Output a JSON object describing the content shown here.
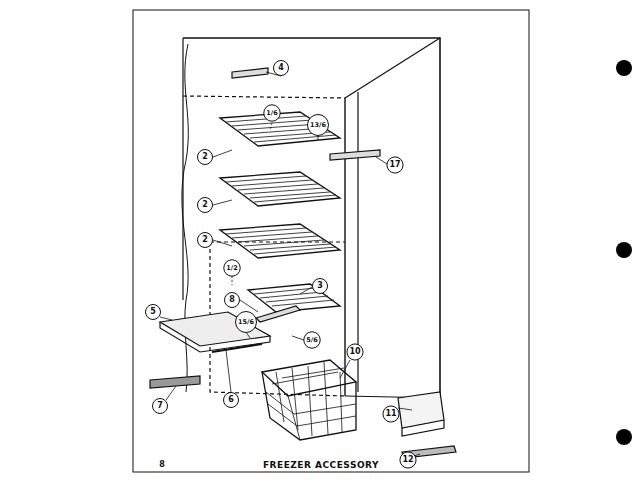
{
  "diagram": {
    "caption": "FREEZER ACCESSORY",
    "labels": [
      "4",
      "1/6",
      "13/6",
      "2",
      "17",
      "2",
      "2",
      "1/2",
      "3",
      "8",
      "15/6",
      "5/6",
      "5",
      "10",
      "7",
      "6",
      "11",
      "12",
      "8"
    ]
  }
}
